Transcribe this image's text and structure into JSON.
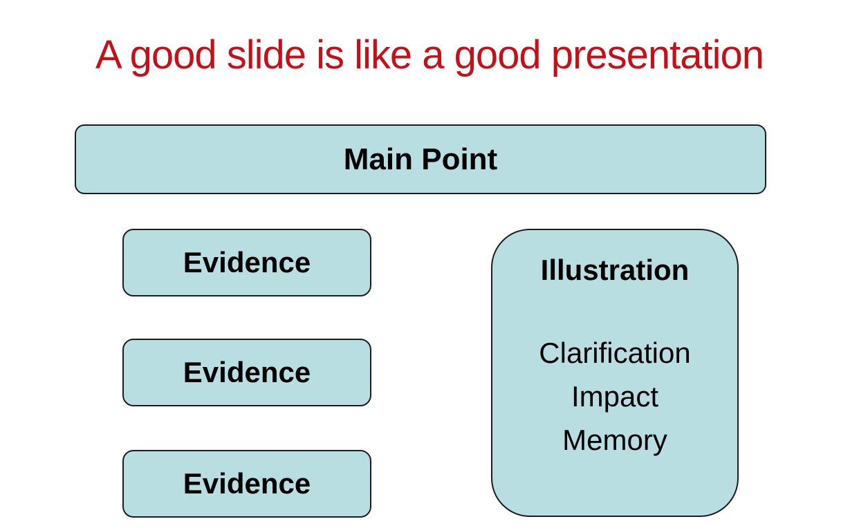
{
  "slide": {
    "title": "A good slide is like a good presentation",
    "colors": {
      "title": "#c41019",
      "box_fill": "#b8dee2",
      "box_border": "#1c1c1c",
      "text": "#000000",
      "background": "#ffffff"
    },
    "main_point": {
      "label": "Main Point"
    },
    "evidence_boxes": [
      {
        "label": "Evidence"
      },
      {
        "label": "Evidence"
      },
      {
        "label": "Evidence"
      }
    ],
    "illustration": {
      "heading": "Illustration",
      "items": [
        "Clarification",
        "Impact",
        "Memory"
      ]
    }
  }
}
